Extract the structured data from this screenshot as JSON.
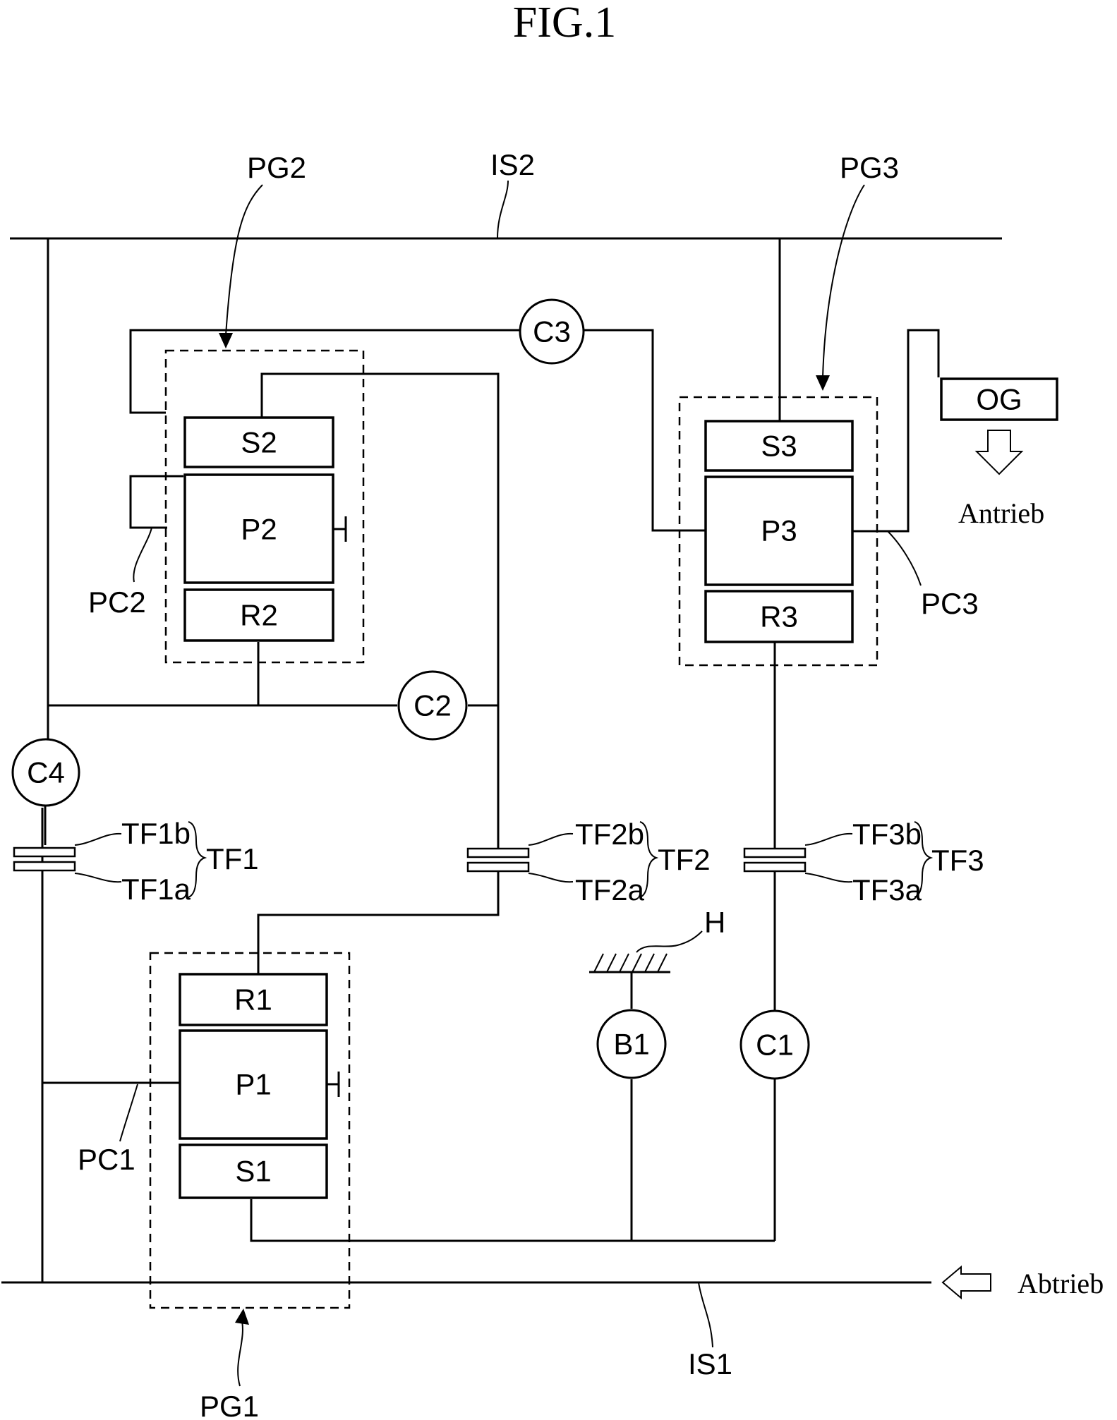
{
  "title": "FIG.1",
  "shafts": {
    "input": "IS1",
    "intermediate": "IS2"
  },
  "planetary_sets": [
    {
      "group": "PG1",
      "ring": "R1",
      "planet": "P1",
      "sun": "S1",
      "carrier": "PC1"
    },
    {
      "group": "PG2",
      "sun": "S2",
      "planet": "P2",
      "ring": "R2",
      "carrier": "PC2"
    },
    {
      "group": "PG3",
      "sun": "S3",
      "planet": "P3",
      "ring": "R3",
      "carrier": "PC3"
    }
  ],
  "clutches": [
    "C1",
    "C2",
    "C3",
    "C4"
  ],
  "brake": "B1",
  "housing": "H",
  "output_gear": "OG",
  "transfer_gears": [
    {
      "name": "TF1",
      "upper": "TF1b",
      "lower": "TF1a"
    },
    {
      "name": "TF2",
      "upper": "TF2b",
      "lower": "TF2a"
    },
    {
      "name": "TF3",
      "upper": "TF3b",
      "lower": "TF3a"
    }
  ],
  "arrows": {
    "output": "Antrieb",
    "input": "Abtrieb"
  }
}
